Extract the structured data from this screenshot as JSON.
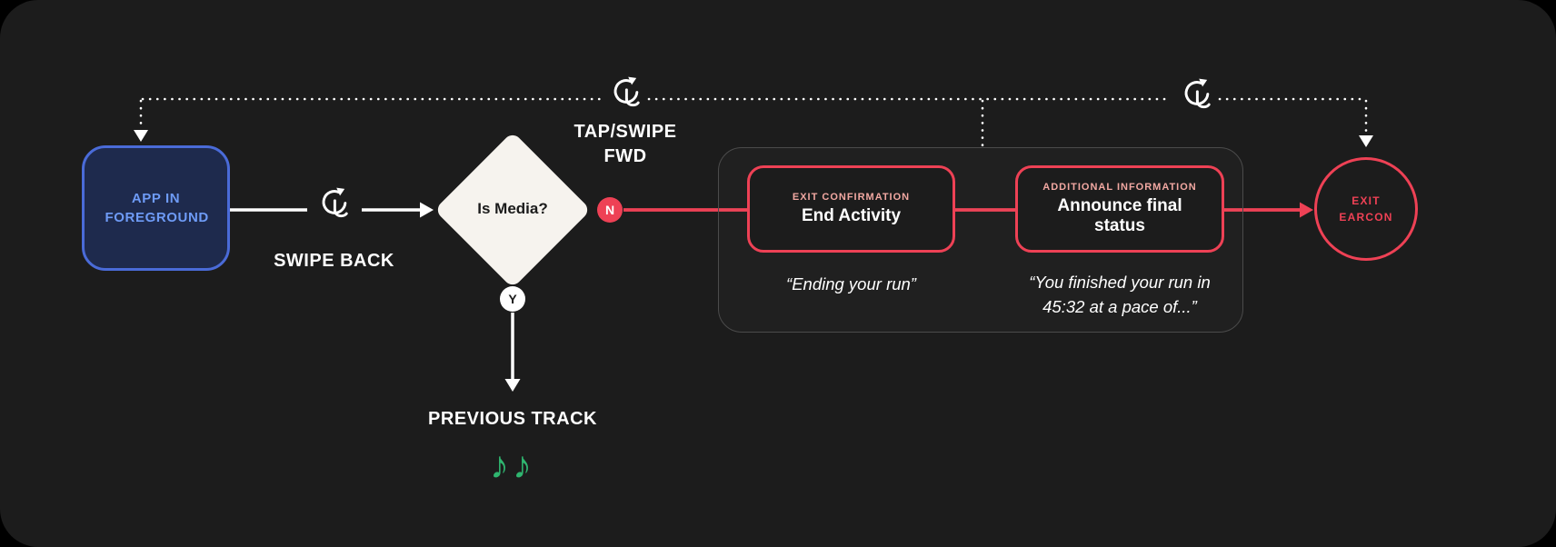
{
  "colors": {
    "panel-bg": "#1c1c1c",
    "red": "#ee4155",
    "pink": "#f2a8a2",
    "blue-border": "#4a6bd8",
    "blue-bg": "#1e2a4d",
    "blue-text": "#6e9bf6",
    "green": "#2fb56f",
    "diamond-bg": "#f6f3ee",
    "group-border": "#4b4b4b"
  },
  "nodes": {
    "app_box": "APP IN FOREGROUND",
    "decision": "Is Media?",
    "no_badge": "N",
    "yes_badge": "Y",
    "exit_earcon": "EXIT EARCON",
    "previous_track": "PREVIOUS TRACK",
    "music_notes": "♪♪"
  },
  "labels": {
    "swipe_back": "SWIPE BACK",
    "tap_swipe_fwd": "TAP/SWIPE FWD"
  },
  "exit_group": {
    "step1": {
      "eyebrow": "EXIT CONFIRMATION",
      "title": "End Activity",
      "quote": "“Ending your run”"
    },
    "step2": {
      "eyebrow": "ADDITIONAL INFORMATION",
      "title": "Announce final status",
      "quote": "“You finished your run in 45:32 at a pace of...”"
    }
  }
}
